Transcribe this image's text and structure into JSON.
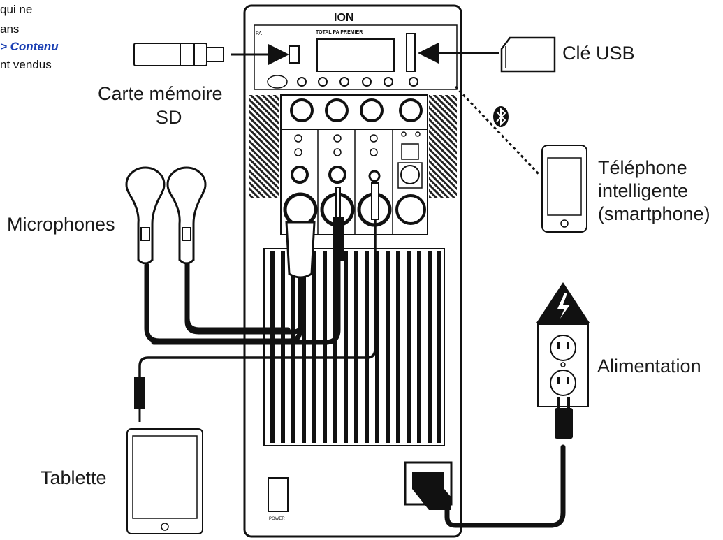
{
  "intro_fragments": [
    "qui ne",
    "ans",
    "> Contenu",
    "nt vendus"
  ],
  "labels": {
    "sd_card": [
      "Carte mémoire",
      "SD"
    ],
    "usb_key": "Clé USB",
    "smartphone": [
      "Téléphone",
      "intelligente",
      "(smartphone)"
    ],
    "microphones": "Microphones",
    "power": "Alimentation",
    "tablet": "Tablette"
  },
  "device": {
    "brand": "ION",
    "model": "PA",
    "display_caption": "TOTAL PA PREMIER",
    "power_caption": "POWER"
  },
  "colors": {
    "link": "#1a3fb3",
    "line": "#111111",
    "panel": "#ffffff"
  },
  "icons": [
    "usb-stick-icon",
    "sd-card-icon",
    "bluetooth-icon",
    "smartphone-icon",
    "microphone-icon",
    "tablet-icon",
    "wall-outlet-icon",
    "high-voltage-icon",
    "power-plug-icon"
  ]
}
